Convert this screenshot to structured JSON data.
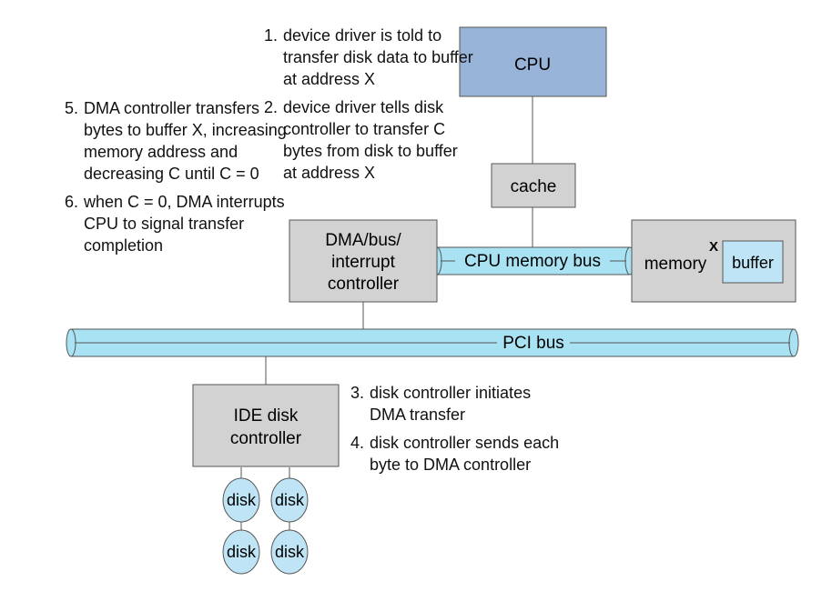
{
  "colors": {
    "cpu_fill": "#97b3d8",
    "box_fill": "#d2d2d2",
    "bus_fill": "#a9e2f3",
    "disk_fill": "#bfe4f6",
    "stroke": "#555555"
  },
  "nodes": {
    "cpu": "CPU",
    "cache": "cache",
    "dma": [
      "DMA/bus/",
      "interrupt",
      "controller"
    ],
    "memory": "memory",
    "x_marker": "X",
    "buffer": "buffer",
    "ide": [
      "IDE disk",
      "controller"
    ],
    "disks": [
      "disk",
      "disk",
      "disk",
      "disk"
    ]
  },
  "buses": {
    "cpu_memory_bus": "CPU memory bus",
    "pci_bus": "PCI bus"
  },
  "steps_top": [
    {
      "num": "1.",
      "text": "device driver is told to transfer disk data to buffer at address X"
    },
    {
      "num": "2.",
      "text": "device driver tells disk controller to transfer C bytes from disk to buffer at address X"
    }
  ],
  "steps_left": [
    {
      "num": "5.",
      "text": "DMA controller transfers bytes to buffer X, increasing memory address and decreasing C until C = 0"
    },
    {
      "num": "6.",
      "text": "when C = 0, DMA interrupts CPU to signal transfer completion"
    }
  ],
  "steps_right": [
    {
      "num": "3.",
      "text": "disk controller initiates DMA transfer"
    },
    {
      "num": "4.",
      "text": "disk controller sends each byte to DMA controller"
    }
  ]
}
